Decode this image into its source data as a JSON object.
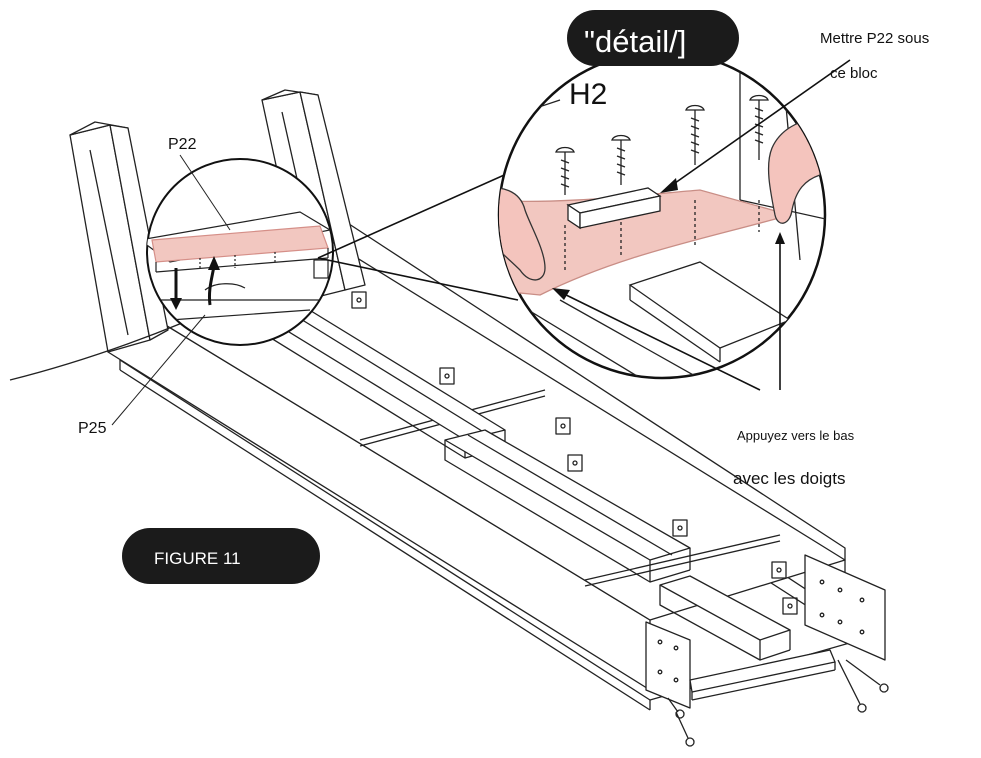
{
  "detail_tag": "\"détail/]",
  "fastener_label": "H2",
  "part_labels": {
    "p22": "P22",
    "p25": "P25"
  },
  "instruction_place": {
    "line1": "Mettre P22 sous",
    "line2": "ce bloc"
  },
  "instruction_press": {
    "line1": "Appuyez vers le bas",
    "line2": "avec les doigts"
  },
  "figure_badge": "FIGURE 11",
  "colors": {
    "highlight_fill": "#f2c7c0",
    "highlight_stroke": "#d58f88",
    "badge_fill": "#1b1b1b",
    "line": "#222222"
  }
}
